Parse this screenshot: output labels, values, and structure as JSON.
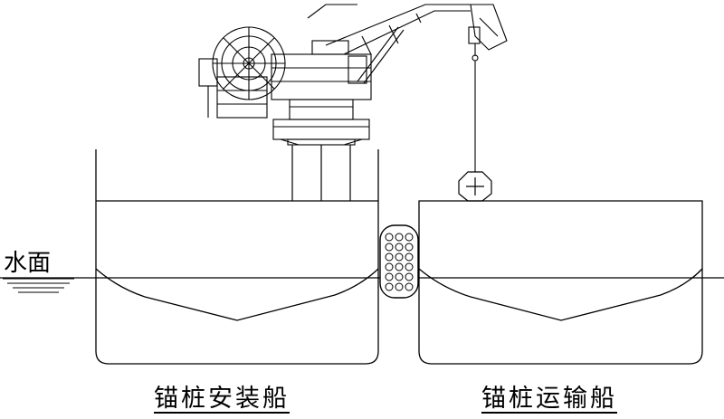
{
  "labels": {
    "water_surface": "水面",
    "left_ship": "锚桩安装船",
    "right_ship": "锚桩运输船"
  },
  "colors": {
    "line": "#000000",
    "background": "#ffffff"
  },
  "icons": {
    "crane": "crane-icon",
    "fender": "fender-icon",
    "hook": "crane-hook-icon",
    "anchor_pile": "anchor-pile-icon",
    "water_symbol": "water-surface-symbol"
  }
}
